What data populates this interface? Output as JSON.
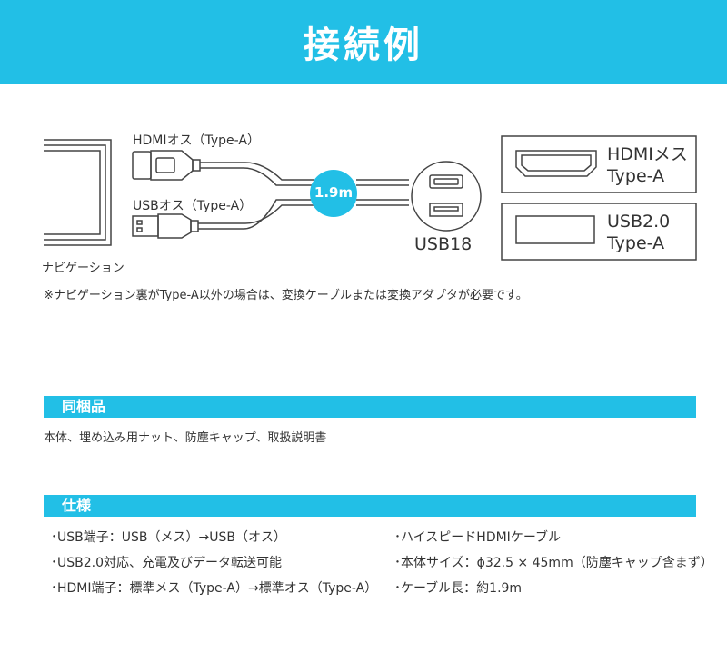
{
  "header": {
    "title": "接続例"
  },
  "diagram": {
    "hdmi_plug_label": "HDMIオス（Type-A）",
    "usb_plug_label": "USBオス（Type-A）",
    "cable_length_badge": "1.9m",
    "connector_name": "USB18",
    "device_label": "ナビゲーション",
    "port_hdmi_line1": "HDMIメス",
    "port_hdmi_line2": "Type-A",
    "port_usb_line1": "USB2.0",
    "port_usb_line2": "Type-A"
  },
  "note": "※ナビゲーション裏がType-A以外の場合は、変換ケーブルまたは変換アダプタが必要です。",
  "contents": {
    "heading": "同梱品",
    "text": "本体、埋め込み用ナット、防塵キャップ、取扱説明書"
  },
  "specs": {
    "heading": "仕様",
    "left": [
      "･USB端子：USB（メス）→USB（オス）",
      "･USB2.0対応、充電及びデータ転送可能",
      "･HDMI端子：標準メス（Type-A）→標準オス（Type-A）"
    ],
    "right": [
      "･ハイスピードHDMIケーブル",
      "･本体サイズ：ϕ32.5 × 45mm（防塵キャップ含まず）",
      "･ケーブル長：約1.9m"
    ]
  },
  "colors": {
    "accent": "#22bfe6",
    "line": "#444444"
  }
}
